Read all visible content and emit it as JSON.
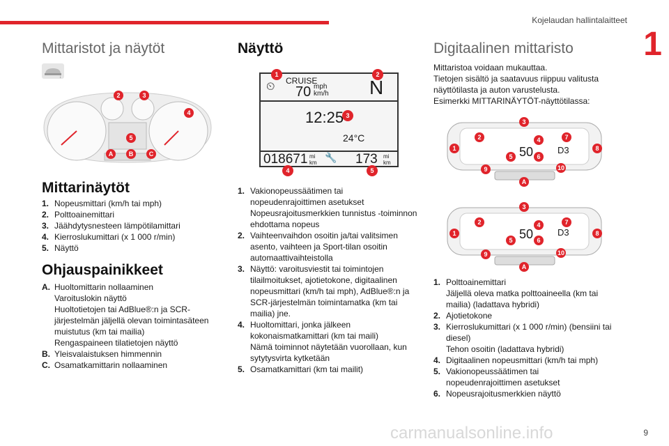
{
  "header": {
    "title": "Kojelaudan hallintalaitteet",
    "chapter": "1"
  },
  "col1": {
    "title": "Mittaristot ja näytöt",
    "cluster_badges": [
      "2",
      "3",
      "4",
      "5",
      "A",
      "B",
      "C"
    ],
    "section1": {
      "title": "Mittarinäytöt",
      "items": [
        {
          "n": "1.",
          "t": "Nopeusmittari (km/h tai mph)"
        },
        {
          "n": "2.",
          "t": "Polttoainemittari"
        },
        {
          "n": "3.",
          "t": "Jäähdytysnesteen lämpötilamittari"
        },
        {
          "n": "4.",
          "t": "Kierroslukumittari (x 1 000 r/min)"
        },
        {
          "n": "5.",
          "t": "Näyttö"
        }
      ]
    },
    "section2": {
      "title": "Ohjauspainikkeet",
      "items": [
        {
          "n": "A.",
          "t": "Huoltomittarin nollaaminen\nVaroituslokin näyttö\nHuoltotietojen tai AdBlue®:n ja SCR-järjestelmän jäljellä olevan toimintasäteen muistutus (km tai mailia)\nRengaspaineen tilatietojen näyttö"
        },
        {
          "n": "B.",
          "t": "Yleisvalaistuksen himmennin"
        },
        {
          "n": "C.",
          "t": "Osamatkamittarin nollaaminen"
        }
      ]
    }
  },
  "col2": {
    "title": "Näyttö",
    "display": {
      "label_cruise": "CRUISE",
      "speed": "70",
      "unit_top": "mph",
      "unit_bottom": "km/h",
      "gear": "N",
      "time": "12:25",
      "temp": "24°C",
      "odometer": "018671",
      "odo_unit_top": "mi",
      "odo_unit_bottom": "km",
      "trip": "173",
      "trip_unit_top": "mi",
      "trip_unit_bottom": "km",
      "badges": [
        "1",
        "2",
        "3",
        "4",
        "5"
      ]
    },
    "items": [
      {
        "n": "1.",
        "t": "Vakionopeussäätimen tai nopeudenrajoittimen asetukset\nNopeusrajoitusmerkkien tunnistus -toiminnon ehdottama nopeus"
      },
      {
        "n": "2.",
        "t": "Vaihteenvaihdon osoitin ja/tai valitsimen asento, vaihteen ja Sport-tilan osoitin automaattivaihteistolla"
      },
      {
        "n": "3.",
        "t": "Näyttö: varoitusviestit tai toimintojen tilailmoitukset, ajotietokone, digitaalinen nopeusmittari (km/h tai mph), AdBlue®:n ja SCR-järjestelmän toimintamatka (km tai mailia) jne."
      },
      {
        "n": "4.",
        "t": "Huoltomittari, jonka jälkeen kokonaismatkamittari (km tai maili)\nNämä toiminnot näytetään vuorollaan, kun sytytysvirta kytketään"
      },
      {
        "n": "5.",
        "t": "Osamatkamittari (km tai mailit)"
      }
    ]
  },
  "col3": {
    "title": "Digitaalinen mittaristo",
    "intro": "Mittaristoa voidaan mukauttaa.\nTietojen sisältö ja saatavuus riippuu valitusta näyttötilasta ja auton varustelusta.\nEsimerkki MITTARINÄYTÖT-näyttötilassa:",
    "digital": {
      "speed": "50",
      "mode": "D3",
      "badges": [
        "1",
        "2",
        "3",
        "4",
        "5",
        "6",
        "7",
        "8",
        "9",
        "10",
        "A"
      ]
    },
    "items": [
      {
        "n": "1.",
        "t": "Polttoainemittari\nJäljellä oleva matka polttoaineella (km tai mailia) (ladattava hybridi)"
      },
      {
        "n": "2.",
        "t": "Ajotietokone"
      },
      {
        "n": "3.",
        "t": "Kierroslukumittari (x 1 000 r/min) (bensiini tai diesel)\nTehon osoitin (ladattava hybridi)"
      },
      {
        "n": "4.",
        "t": "Digitaalinen nopeusmittari (km/h tai mph)"
      },
      {
        "n": "5.",
        "t": "Vakionopeussäätimen tai nopeudenrajoittimen asetukset"
      },
      {
        "n": "6.",
        "t": "Nopeusrajoitusmerkkien näyttö"
      }
    ]
  },
  "footer": {
    "page": "9",
    "watermark": "carmanualsonline.info"
  }
}
